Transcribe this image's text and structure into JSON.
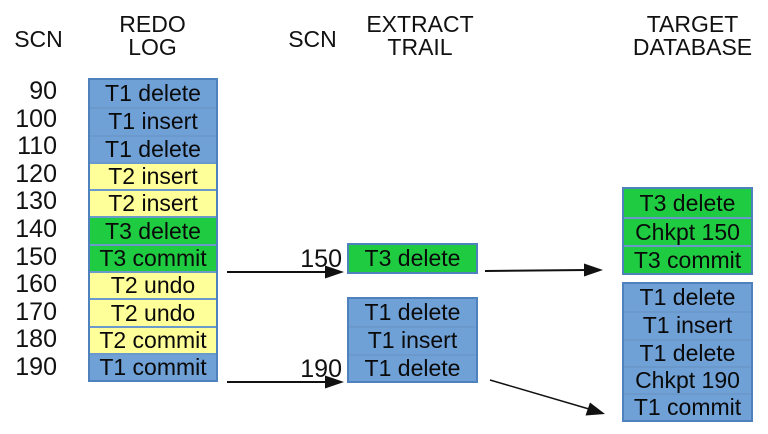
{
  "headers": {
    "scn_left": "SCN",
    "scn_mid": "SCN",
    "redo_log": [
      "REDO",
      "LOG"
    ],
    "extract_trail": [
      "EXTRACT",
      "TRAIL"
    ],
    "target_database": [
      "TARGET",
      "DATABASE"
    ]
  },
  "colors": {
    "blue": "#6FA0D6",
    "yellow": "#FFFF99",
    "green": "#1FCC41",
    "cell_border": "#4F81BD",
    "arrow": "#111111"
  },
  "redo_log": {
    "rows": [
      {
        "scn": "90",
        "label": "T1 delete",
        "bg": "#6FA0D6"
      },
      {
        "scn": "100",
        "label": "T1 insert",
        "bg": "#6FA0D6"
      },
      {
        "scn": "110",
        "label": "T1 delete",
        "bg": "#6FA0D6"
      },
      {
        "scn": "120",
        "label": "T2 insert",
        "bg": "#FFFF99"
      },
      {
        "scn": "130",
        "label": "T2 insert",
        "bg": "#FFFF99"
      },
      {
        "scn": "140",
        "label": "T3 delete",
        "bg": "#1FCC41"
      },
      {
        "scn": "150",
        "label": "T3 commit",
        "bg": "#1FCC41"
      },
      {
        "scn": "160",
        "label": "T2 undo",
        "bg": "#FFFF99"
      },
      {
        "scn": "170",
        "label": "T2 undo",
        "bg": "#FFFF99"
      },
      {
        "scn": "180",
        "label": "T2 commit",
        "bg": "#FFFF99"
      },
      {
        "scn": "190",
        "label": "T1 commit",
        "bg": "#6FA0D6"
      }
    ]
  },
  "extract_trail": {
    "groups": [
      {
        "scn": "150",
        "rows": [
          {
            "label": "T3 delete",
            "bg": "#1FCC41"
          }
        ]
      },
      {
        "scn": "190",
        "rows": [
          {
            "label": "T1 delete",
            "bg": "#6FA0D6"
          },
          {
            "label": "T1 insert",
            "bg": "#6FA0D6"
          },
          {
            "label": "T1 delete",
            "bg": "#6FA0D6"
          }
        ]
      }
    ]
  },
  "target_database": {
    "groups": [
      {
        "rows": [
          {
            "label": "T3 delete",
            "bg": "#1FCC41"
          },
          {
            "label": "Chkpt 150",
            "bg": "#1FCC41"
          },
          {
            "label": "T3 commit",
            "bg": "#1FCC41"
          }
        ]
      },
      {
        "rows": [
          {
            "label": "T1 delete",
            "bg": "#6FA0D6"
          },
          {
            "label": "T1 insert",
            "bg": "#6FA0D6"
          },
          {
            "label": "T1 delete",
            "bg": "#6FA0D6"
          },
          {
            "label": "Chkpt 190",
            "bg": "#6FA0D6"
          },
          {
            "label": "T1 commit",
            "bg": "#6FA0D6"
          }
        ]
      }
    ]
  }
}
